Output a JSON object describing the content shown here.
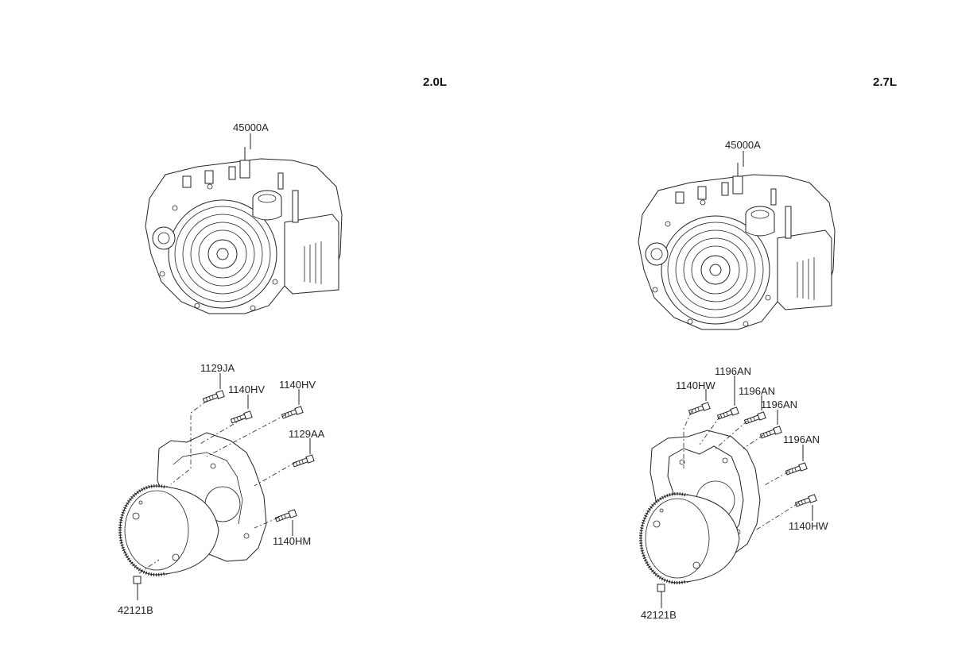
{
  "variants": [
    {
      "engine": "2.0L",
      "assembly_part": "45000A",
      "parts": [
        "1129JA",
        "1140HV",
        "1140HV",
        "1129AA",
        "1140HM",
        "42121B"
      ]
    },
    {
      "engine": "2.7L",
      "assembly_part": "45000A",
      "parts": [
        "1196AN",
        "1140HW",
        "1196AN",
        "1196AN",
        "1196AN",
        "1140HW",
        "42121B"
      ]
    }
  ]
}
